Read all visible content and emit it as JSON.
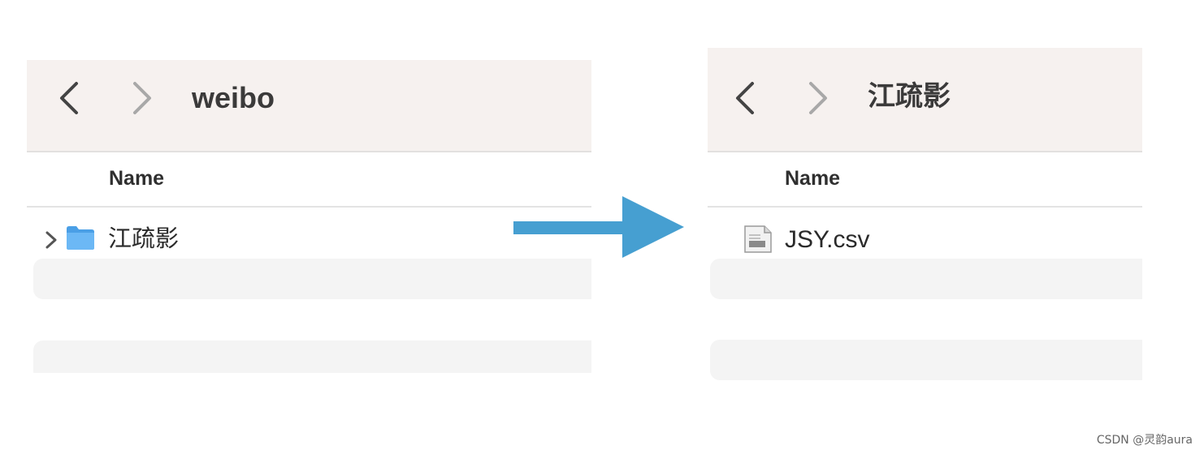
{
  "left_window": {
    "title": "weibo",
    "column_header": "Name",
    "rows": [
      {
        "label": "江疏影",
        "icon": "folder-icon",
        "expandable": true
      }
    ]
  },
  "right_window": {
    "title": "江疏影",
    "column_header": "Name",
    "rows": [
      {
        "label": "JSY.csv",
        "icon": "csv-file-icon",
        "expandable": false
      }
    ]
  },
  "arrow": {
    "icon": "arrow-right-icon",
    "color": "#469fd1"
  },
  "colors": {
    "toolbar_bg": "#f6f1ef",
    "stripe": "#f4f4f4",
    "folder_blue": "#5aaef0"
  },
  "watermark": "CSDN @灵韵aura"
}
